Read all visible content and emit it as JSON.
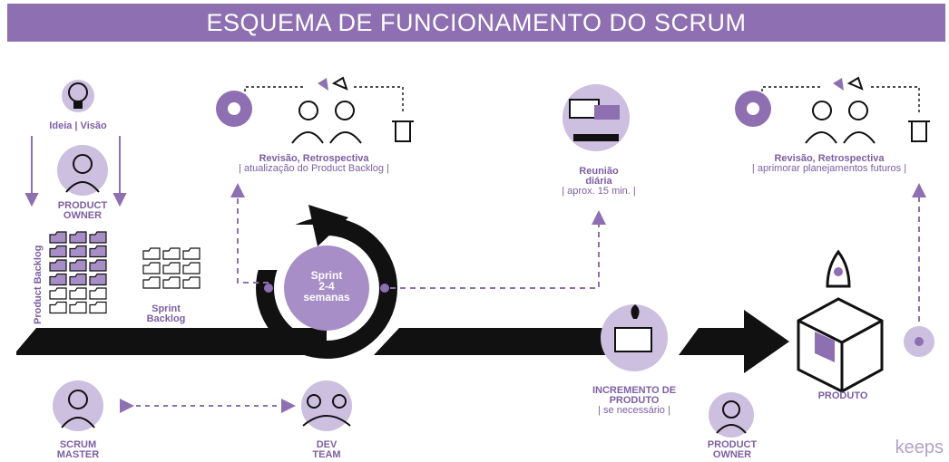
{
  "title": "ESQUEMA DE FUNCIONAMENTO DO SCRUM",
  "idea": "Ideia | Visão",
  "product_owner_top": [
    "PRODUCT",
    "OWNER"
  ],
  "product_backlog": "Product Backlog",
  "sprint_backlog": [
    "Sprint",
    "Backlog"
  ],
  "sprint": {
    "label": "Sprint",
    "duration_a": "2-4",
    "duration_b": "semanas"
  },
  "review_left": {
    "title": "Revisão, Retrospectiva",
    "detail": "| atualização do Product Backlog |"
  },
  "daily": {
    "line1": "Reunião",
    "line2": "diária",
    "detail": "| aprox. 15 min. |"
  },
  "review_right": {
    "title": "Revisão, Retrospectiva",
    "detail": "| aprimorar planejamentos futuros |"
  },
  "increment": {
    "line1": "INCREMENTO DE",
    "line2": "PRODUTO",
    "detail": "| se necessário |"
  },
  "product": "PRODUTO",
  "scrum_master": [
    "SCRUM",
    "MASTER"
  ],
  "dev_team": [
    "DEV",
    "TEAM"
  ],
  "product_owner_bottom": [
    "PRODUCT",
    "OWNER"
  ],
  "logo": "keeps",
  "colors": {
    "purple": "#8e6fb1",
    "light_purple": "#cdbfe0",
    "dark": "#111111"
  }
}
